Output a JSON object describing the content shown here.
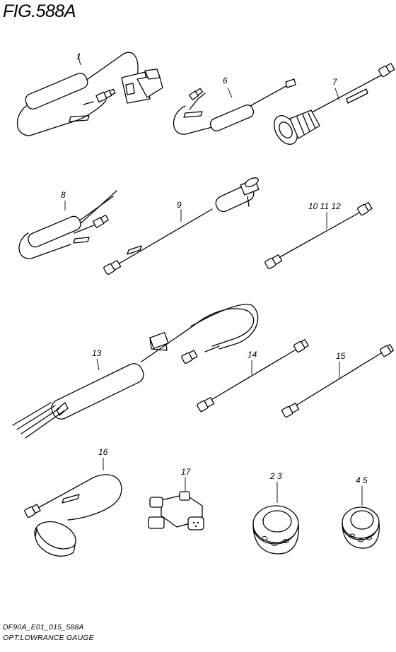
{
  "figure": {
    "title": "FIG.588A",
    "footer_code": "DF90A_E01_015_588A",
    "footer_name": "OPT:LOWRANCE GAUGE"
  },
  "parts": [
    {
      "id": "part-1",
      "label": "1"
    },
    {
      "id": "part-6",
      "label": "6"
    },
    {
      "id": "part-7",
      "label": "7"
    },
    {
      "id": "part-8",
      "label": "8"
    },
    {
      "id": "part-9",
      "label": "9"
    },
    {
      "id": "part-10-11-12",
      "label": "10 11 12"
    },
    {
      "id": "part-13",
      "label": "13"
    },
    {
      "id": "part-14",
      "label": "14"
    },
    {
      "id": "part-15",
      "label": "15"
    },
    {
      "id": "part-16",
      "label": "16"
    },
    {
      "id": "part-17",
      "label": "17"
    },
    {
      "id": "part-2-3",
      "label": "2 3"
    },
    {
      "id": "part-4-5",
      "label": "4 5"
    }
  ]
}
